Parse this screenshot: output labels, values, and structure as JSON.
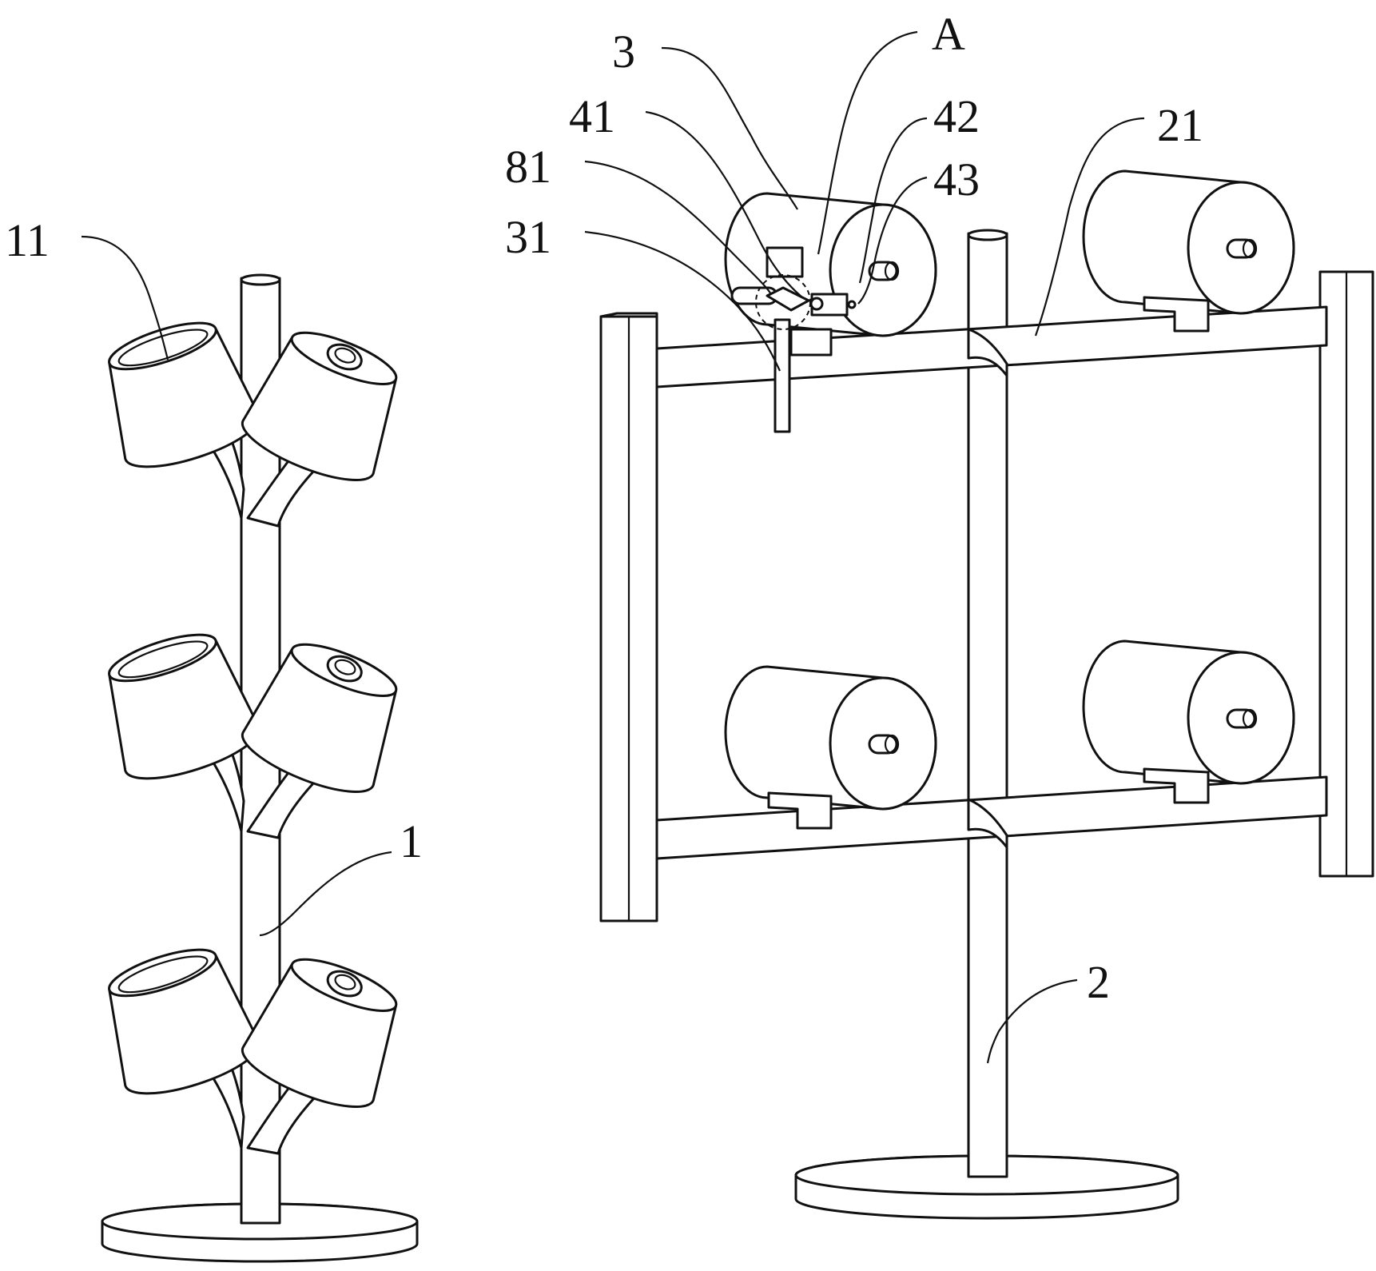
{
  "labels": {
    "l11": "11",
    "l1": "1",
    "l3": "3",
    "lA": "A",
    "l41": "41",
    "l42": "42",
    "l81": "81",
    "l43": "43",
    "l31": "31",
    "l21": "21",
    "l2": "2"
  },
  "colors": {
    "line": "#111111",
    "background": "#ffffff"
  }
}
